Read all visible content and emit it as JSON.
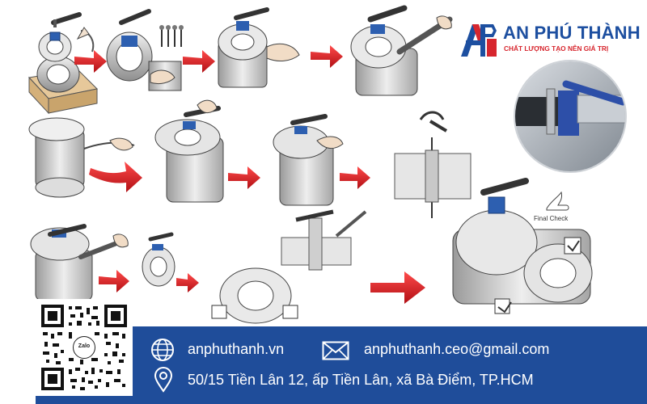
{
  "brand": {
    "name": "AN PHÚ THÀNH",
    "slogan": "CHẤT LƯỢNG TẠO NÊN GIÁ TRỊ",
    "colors": {
      "blue": "#1d4fa0",
      "red": "#d7262e"
    },
    "logo_icon": "ap-monogram-icon"
  },
  "illustration": {
    "final_check_label": "Final Check"
  },
  "footer": {
    "background": "#1f4d9a",
    "qr_center_label": "Zalo",
    "website": "anphuthanh.vn",
    "website_icon": "globe-icon",
    "email": "anphuthanh.ceo@gmail.com",
    "email_icon": "envelope-icon",
    "address": "50/15 Tiền Lân 12, ấp Tiền Lân, xã Bà Điểm, TP.HCM",
    "address_icon": "map-pin-icon"
  }
}
